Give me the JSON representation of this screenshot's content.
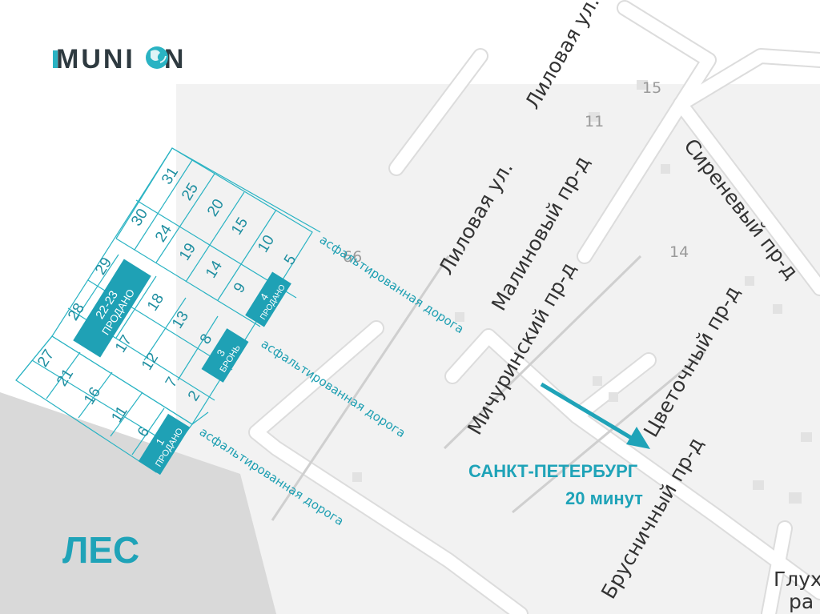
{
  "logo": {
    "text_a": "MUNI",
    "text_b": "N",
    "name": "MUNION"
  },
  "forest": {
    "label": "ЛЕС"
  },
  "destination": {
    "city": "САНКТ-ПЕТЕРБУРГ",
    "time": "20 минут"
  },
  "streets": {
    "lilovaya_upper": "Лиловая ул.",
    "lilovaya_lower": "Лиловая ул.",
    "malinovy": "Малиновый пр-д",
    "sireneviy": "Сиреневый пр-д",
    "michurinsky": "Мичуринский пр-д",
    "tsvetochny": "Цветочный пр-д",
    "brusnichny": "Брусничный пр-д",
    "gluh": "Глух",
    "gluh2": "ра"
  },
  "houses": {
    "h15": "15",
    "h11": "11",
    "h14": "14",
    "h66": "66"
  },
  "asphalt_label": "асфальтированная дорога",
  "plots": {
    "row_a": [
      "31",
      "25",
      "20",
      "15",
      "10",
      "5"
    ],
    "row_a_left": [
      "30",
      "24",
      "19",
      "14",
      "9"
    ],
    "row_b": [
      "29",
      "18",
      "13",
      "8"
    ],
    "row_b_left": [
      "28",
      "17",
      "12",
      "7",
      "2"
    ],
    "row_c": [
      "27",
      "21",
      "16",
      "11",
      "6"
    ]
  },
  "sold": {
    "plot_22_23": {
      "number": "22-23",
      "status": "ПРОДАНО"
    },
    "plot_4": {
      "number": "4",
      "status": "ПРОДАНО"
    },
    "plot_3": {
      "number": "3",
      "status": "БРОНЬ"
    },
    "plot_1": {
      "number": "1",
      "status": "ПРОДАНО"
    }
  },
  "colors": {
    "accent": "#1fa3b8",
    "forest": "#d9d9d9",
    "road": "#ffffff"
  }
}
